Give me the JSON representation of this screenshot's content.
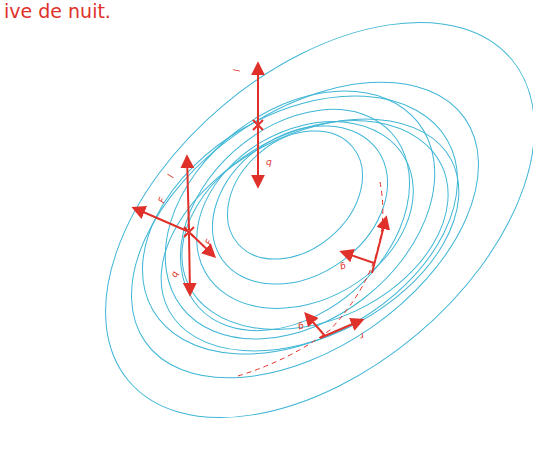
{
  "diagram": {
    "labels": [
      "ive de nuit.",
      "l",
      "q",
      "l",
      "F",
      "F",
      "q",
      "g",
      "g",
      "r"
    ]
  }
}
